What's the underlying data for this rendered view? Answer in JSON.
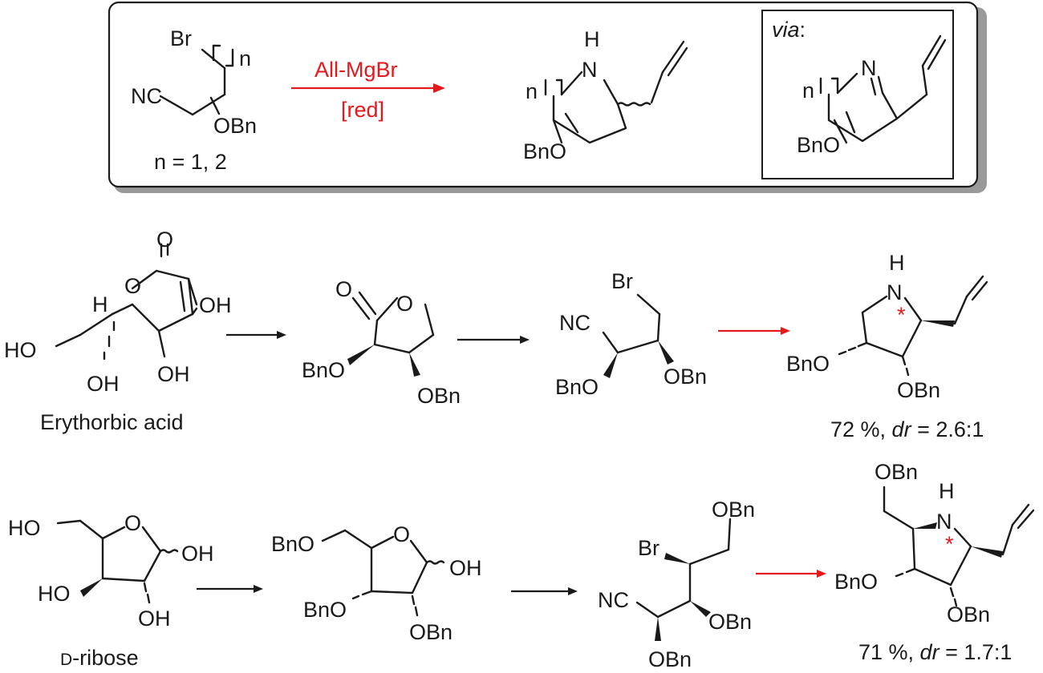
{
  "scheme": {
    "labels": {
      "Br": "Br",
      "NC": "NC",
      "OBn": "OBn",
      "BnO": "BnO",
      "n": "n",
      "H": "H",
      "N": "N",
      "O": "O",
      "OH": "OH",
      "HO": "HO",
      "star": "*"
    },
    "general": {
      "n_values": "n = 1, 2",
      "reagent": "All-MgBr",
      "condition": "[red]",
      "via_label": "via",
      "via_colon": ":"
    },
    "route1": {
      "start_name": "Erythorbic acid",
      "yield_prefix": "72 %, ",
      "dr_label": "dr",
      "dr_value": " = 2.6:1"
    },
    "route2": {
      "start_name_prefix": "D",
      "start_name_suffix": "-ribose",
      "yield_prefix": "71 %, ",
      "dr_label": "dr",
      "dr_value": " = 1.7:1"
    },
    "colors": {
      "black": "#1a1a1a",
      "red": "#e3191c",
      "box_shadow": "#9a9a9a"
    }
  }
}
